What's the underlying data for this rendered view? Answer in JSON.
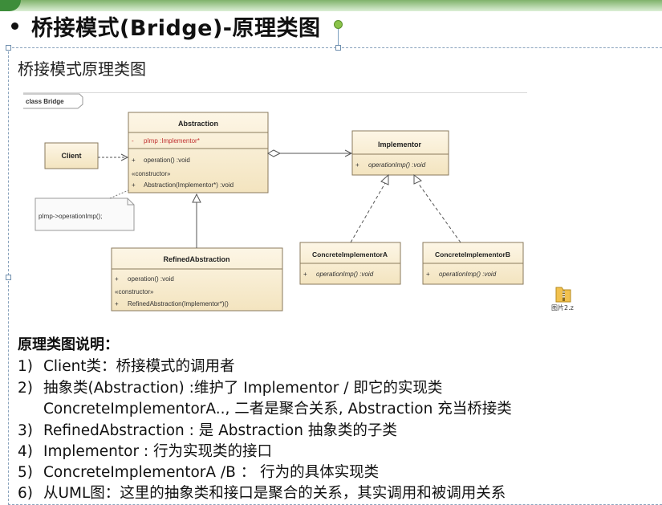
{
  "title": "桥接模式(Bridge)-原理类图",
  "frame_title": "桥接模式原理类图",
  "diagram": {
    "tag": "class Bridge",
    "classes": {
      "client": {
        "name": "Client"
      },
      "abstraction": {
        "name": "Abstraction",
        "attr": "pImp  :Implementor*",
        "attr_vis": "-",
        "op1": "operation()  :void",
        "stereo": "«constructor»",
        "op2": "Abstraction(Implementor*)  :void"
      },
      "implementor": {
        "name": "Implementor",
        "op1": "operationImp()  :void"
      },
      "refined": {
        "name": "RefinedAbstraction",
        "op1": "operation()  :void",
        "stereo": "«constructor»",
        "op2": "RefinedAbstraction(Implementor*)()"
      },
      "concrete_a": {
        "name": "ConcreteImplementorA",
        "op1": "operationImp()  :void"
      },
      "concrete_b": {
        "name": "ConcreteImplementorB",
        "op1": "operationImp()  :void"
      }
    },
    "note": "pImp->operationImp();",
    "visibility_public": "+"
  },
  "file_icon": {
    "label": "图片2.z",
    "icon": "folder-zip-icon"
  },
  "description": {
    "heading": "原理类图说明：",
    "items": [
      {
        "num": "1)",
        "text": "Client类：桥接模式的调用者"
      },
      {
        "num": "2)",
        "text": "抽象类(Abstraction) :维护了 Implementor / 即它的实现类"
      },
      {
        "num": "",
        "text": "ConcreteImplementorA.., 二者是聚合关系, Abstraction 充当桥接类"
      },
      {
        "num": "3)",
        "text": "RefinedAbstraction : 是 Abstraction 抽象类的子类"
      },
      {
        "num": "4)",
        "text": "Implementor : 行为实现类的接口"
      },
      {
        "num": "5)",
        "text": "ConcreteImplementorA /B ：  行为的具体实现类"
      },
      {
        "num": "6)",
        "text": "从UML图：这里的抽象类和接口是聚合的关系，其实调用和被调用关系"
      }
    ]
  },
  "colors": {
    "class_fill": "#fbf1d8",
    "class_border": "#8a7a5c",
    "accent_pin": "#8bc34a"
  }
}
